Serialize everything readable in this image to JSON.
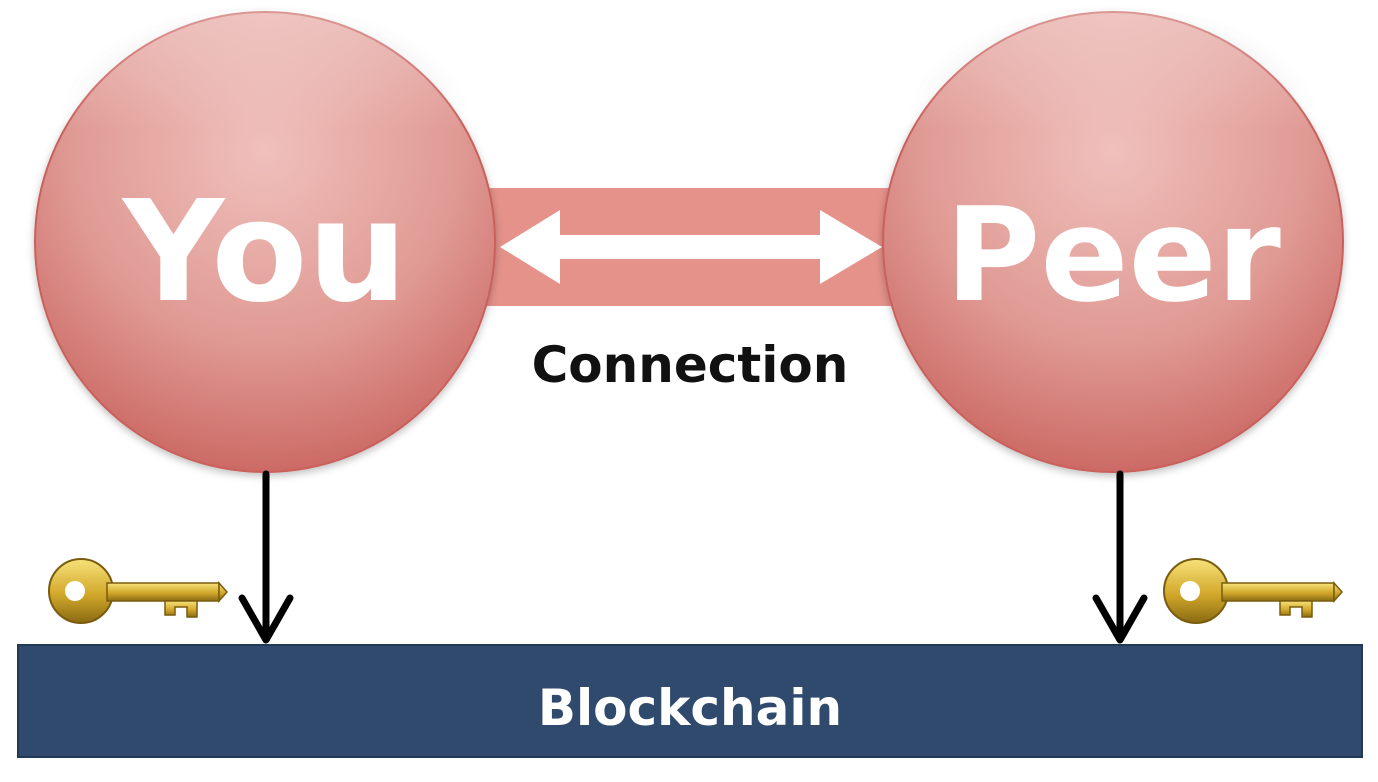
{
  "nodes": {
    "you": {
      "label": "You",
      "icon": "circle-node"
    },
    "peer": {
      "label": "Peer",
      "icon": "circle-node"
    }
  },
  "connection": {
    "label": "Connection",
    "icon": "double-arrow-icon"
  },
  "blockchain": {
    "label": "Blockchain"
  },
  "keys": [
    {
      "icon": "key-icon"
    },
    {
      "icon": "key-icon"
    }
  ],
  "colors": {
    "node_fill_top": "#ebb5b1",
    "node_fill_bottom": "#cf6f6a",
    "connection_band": "#e5928a",
    "arrow": "#ffffff",
    "blockchain_bar": "#2f4a6c",
    "key_gold": "#d9b73a",
    "text_dark": "#111111"
  }
}
